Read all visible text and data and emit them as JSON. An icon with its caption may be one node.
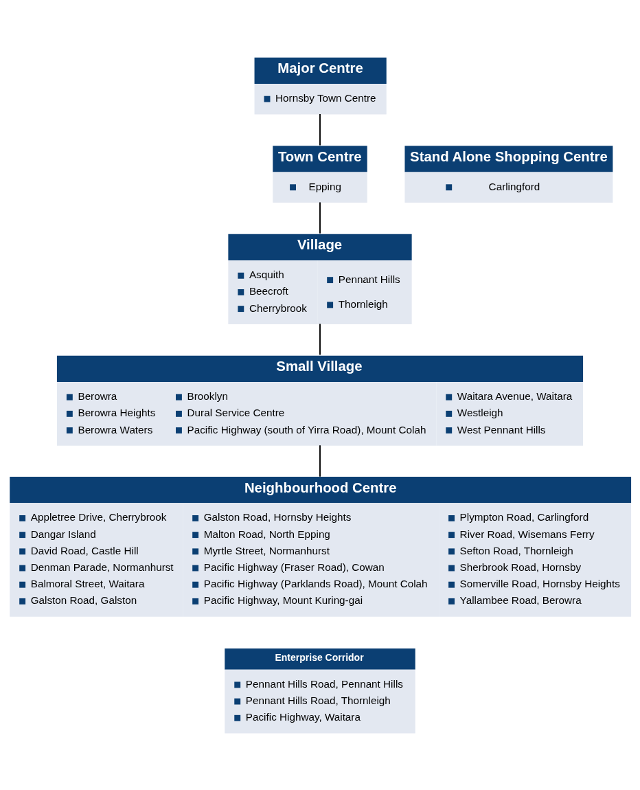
{
  "diagram": {
    "nodes": [
      {
        "text": [
          "Major Centre",
          "Hornsby Town Centre"
        ]
      },
      {
        "text": [
          "Town Centre",
          "Epping"
        ]
      },
      {
        "text": [
          "Stand Alone Shopping Centre",
          "Carlingford"
        ]
      },
      {
        "text": [
          "Village",
          "Asquith",
          "Beecroft",
          "Cherrybrook",
          "Pennant Hills",
          "Thornleigh"
        ]
      },
      {
        "text": [
          "Small Village",
          "Berowra",
          "Berowra Heights",
          "Berowra Waters",
          "Brooklyn",
          "Dural Service Centre",
          "Pacific Highway (south of Yirra Road), Mount Colah",
          "Waitara Avenue, Waitara",
          "Westleigh",
          "West Pennant Hills"
        ]
      },
      {
        "text": [
          "Neighbourhood Centre",
          "Appletree Drive, Cherrybrook",
          "Dangar Island",
          "David Road, Castle Hill",
          "Denman Parade, Normanhurst",
          "Balmoral Street, Waitara",
          "Galston Road, Galston",
          "Galston Road, Hornsby Heights",
          "Malton Road, North Epping",
          "Myrtle Street, Normanhurst",
          "Pacific Highway (Fraser Road), Cowan",
          "Pacific Highway (Parklands Road), Mount Colah",
          "Pacific Highway, Mount Kuring-gai",
          "Plympton Road, Carlingford",
          "River Road, Wisemans Ferry",
          "Sefton Road, Thornleigh",
          "Sherbrook Road, Hornsby",
          "Somerville Road, Hornsby Heights",
          "Yallambee Road, Berowra"
        ]
      },
      {
        "text": [
          "Enterprise Corridor",
          "Pennant Hills Road, Pennant Hills",
          "Pennant Hills Road, Thornleigh",
          "Pacific Highway, Waitara"
        ]
      }
    ],
    "edges": [
      {
        "from": 0,
        "to": 1,
        "arrow": "none"
      },
      {
        "from": 1,
        "to": 3,
        "arrow": "none"
      },
      {
        "from": 3,
        "to": 4,
        "arrow": "none"
      },
      {
        "from": 4,
        "to": 5,
        "arrow": "none"
      }
    ]
  }
}
